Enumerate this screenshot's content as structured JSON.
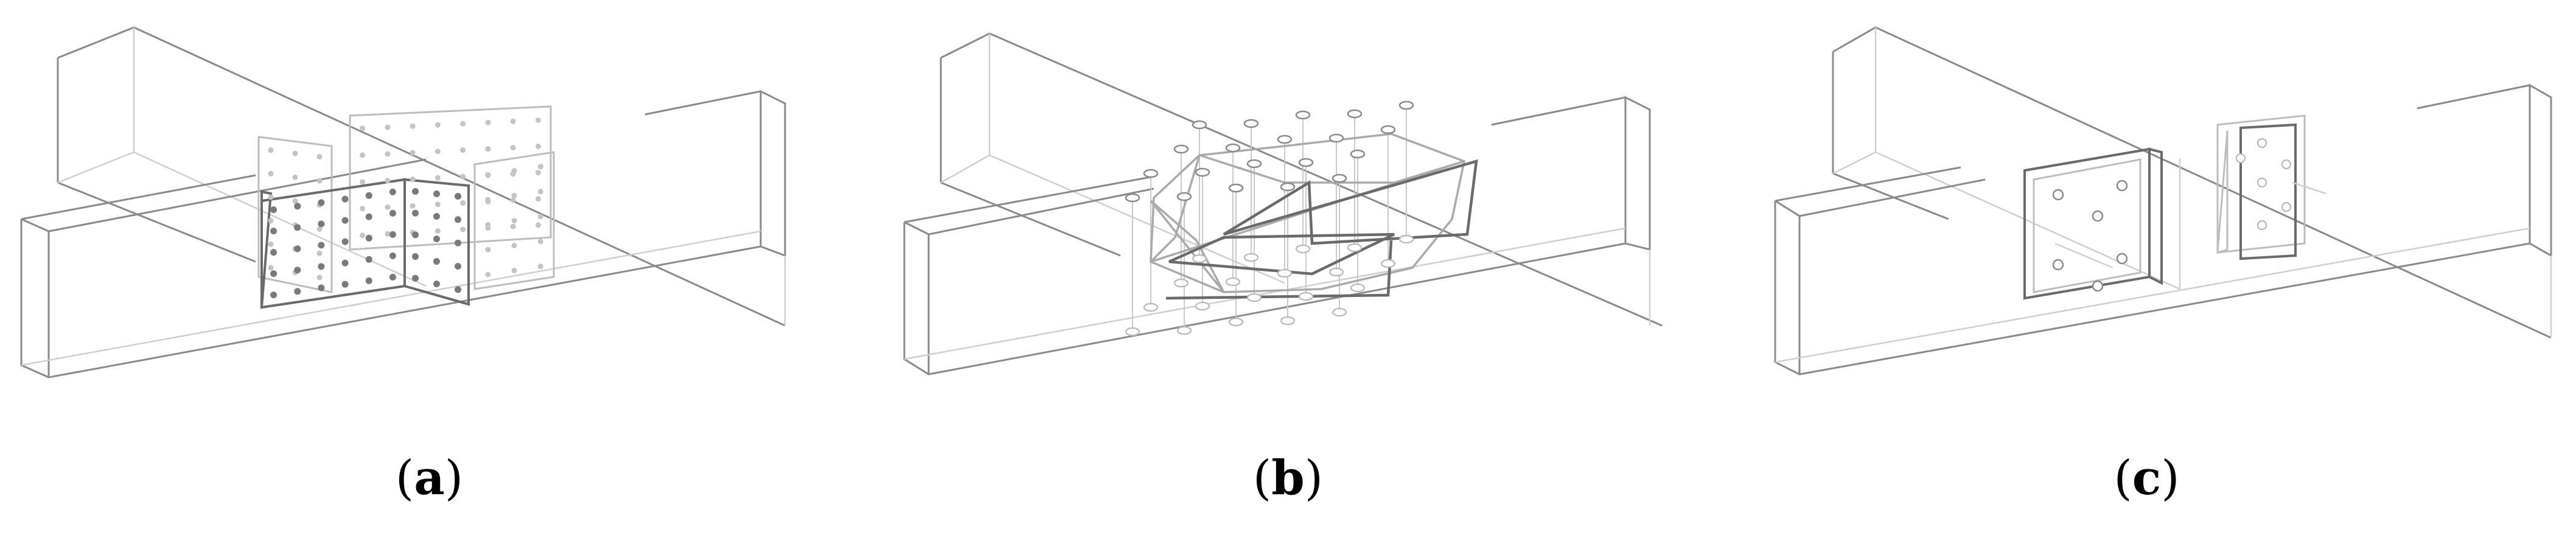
{
  "panels": [
    {
      "letter": "a",
      "open": "(",
      "close": ")"
    },
    {
      "letter": "b",
      "open": "(",
      "close": ")"
    },
    {
      "letter": "c",
      "open": "(",
      "close": ")"
    }
  ]
}
